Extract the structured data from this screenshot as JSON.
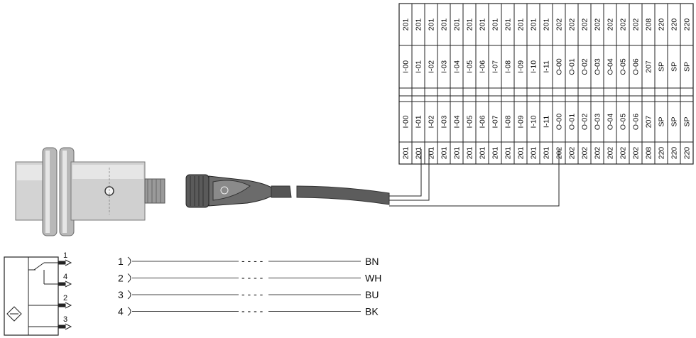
{
  "terminal_block": {
    "top_numbers": [
      "201",
      "201",
      "201",
      "201",
      "201",
      "201",
      "201",
      "201",
      "201",
      "201",
      "201",
      "201",
      "202",
      "202",
      "202",
      "202",
      "202",
      "202",
      "202",
      "208",
      "220",
      "220",
      "220"
    ],
    "top_labels": [
      "I-00",
      "I-01",
      "I-02",
      "I-03",
      "I-04",
      "I-05",
      "I-06",
      "I-07",
      "I-08",
      "I-09",
      "I-10",
      "I-11",
      "O-00",
      "O-01",
      "O-02",
      "O-03",
      "O-04",
      "O-05",
      "O-06",
      "207",
      "SP",
      "SP",
      "SP"
    ],
    "bottom_labels": [
      "I-00",
      "I-01",
      "I-02",
      "I-03",
      "I-04",
      "I-05",
      "I-06",
      "I-07",
      "I-08",
      "I-09",
      "I-10",
      "I-11",
      "O-00",
      "O-01",
      "O-02",
      "O-03",
      "O-04",
      "O-05",
      "O-06",
      "207",
      "SP",
      "SP",
      "SP"
    ],
    "bottom_numbers": [
      "201",
      "201",
      "201",
      "201",
      "201",
      "201",
      "201",
      "201",
      "201",
      "201",
      "201",
      "201",
      "202",
      "202",
      "202",
      "202",
      "202",
      "202",
      "202",
      "208",
      "220",
      "220",
      "220"
    ]
  },
  "wiring": {
    "wires": [
      {
        "pin": "1",
        "color": "BN"
      },
      {
        "pin": "2",
        "color": "WH"
      },
      {
        "pin": "3",
        "color": "BU"
      },
      {
        "pin": "4",
        "color": "BK"
      }
    ],
    "dashes": "- - - -"
  },
  "symbol": {
    "pins": [
      "1",
      "4",
      "2",
      "3"
    ]
  }
}
